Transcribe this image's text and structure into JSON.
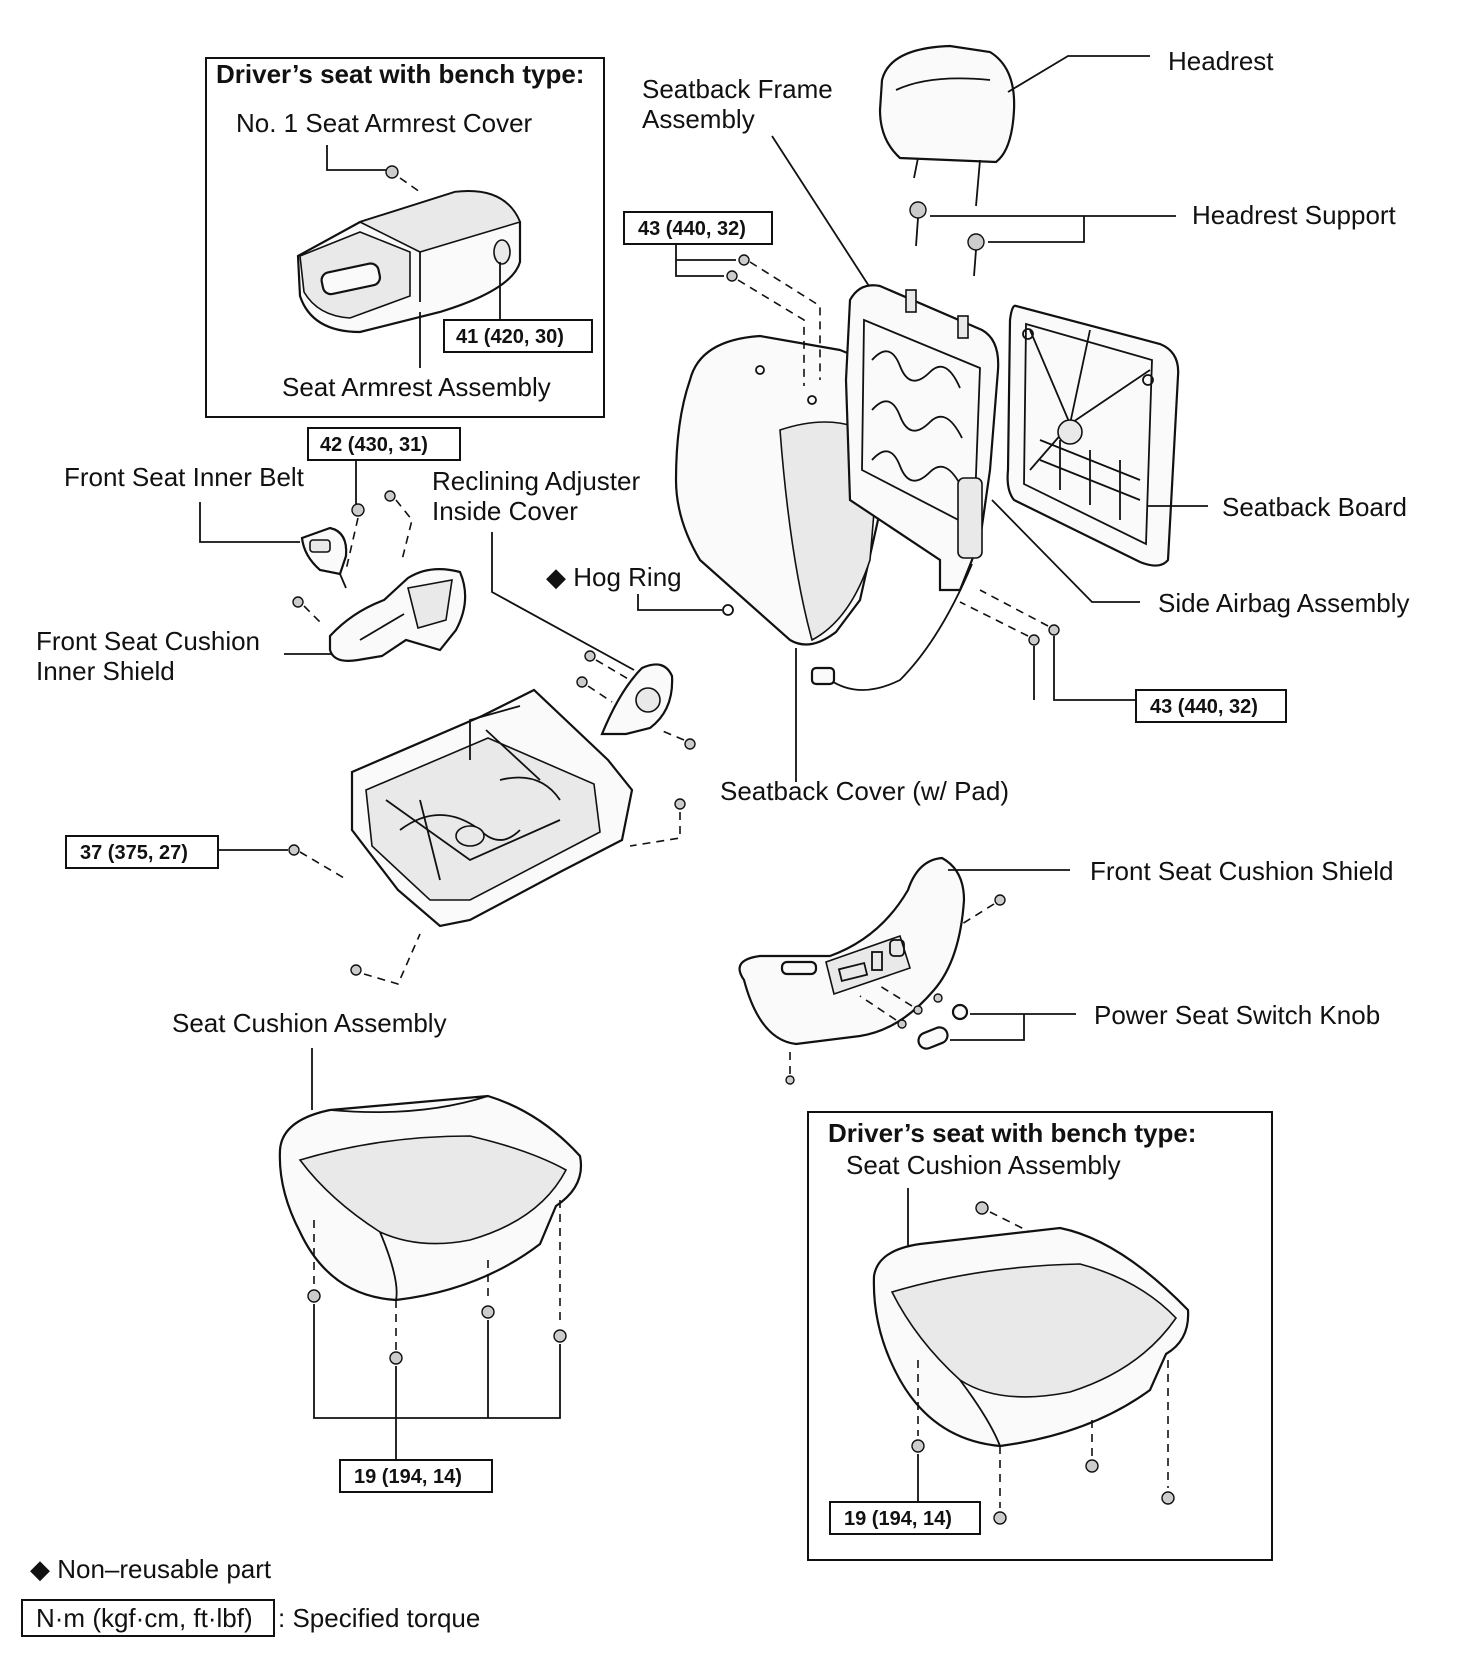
{
  "insets": {
    "armrest": {
      "title": "Driver’s seat with bench type:"
    },
    "cushion": {
      "title": "Driver’s seat with bench type:"
    }
  },
  "labels": {
    "no1_seat_armrest_cover": "No. 1 Seat Armrest Cover",
    "seat_armrest_assembly": "Seat Armrest Assembly",
    "front_seat_inner_belt": "Front Seat Inner Belt",
    "reclining_adjuster_inside_cover": [
      "Reclining Adjuster",
      "Inside Cover"
    ],
    "hog_ring": "◆ Hog Ring",
    "front_seat_cushion_inner_shield": [
      "Front Seat Cushion",
      "Inner Shield"
    ],
    "seatback_frame_assembly": [
      "Seatback Frame",
      "Assembly"
    ],
    "headrest": "Headrest",
    "headrest_support": "Headrest Support",
    "seatback_board": "Seatback Board",
    "side_airbag_assembly": "Side Airbag Assembly",
    "seatback_cover": "Seatback Cover (w/ Pad)",
    "front_seat_cushion_shield": "Front Seat Cushion Shield",
    "power_seat_switch_knob": "Power Seat Switch Knob",
    "seat_cushion_assembly": "Seat Cushion Assembly",
    "inset_seat_cushion_assembly": "Seat Cushion Assembly"
  },
  "torques": {
    "armrest": "41 (420, 30)",
    "inner_belt": "42 (430, 31)",
    "seatback_frame_top": "43 (440, 32)",
    "seatback_frame_bottom": "43 (440, 32)",
    "seat_track": "37 (375, 27)",
    "seat_cushion": "19 (194, 14)",
    "inset_cushion": "19 (194, 14)"
  },
  "legend": {
    "non_reusable": "◆ Non–reusable part",
    "torque_unit": "N·m (kgf·cm, ft·lbf)",
    "torque_desc": ": Specified torque"
  }
}
